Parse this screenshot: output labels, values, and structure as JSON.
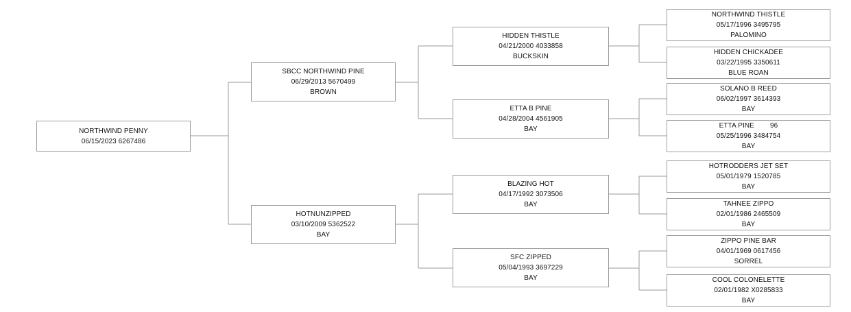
{
  "subject": {
    "name": "NORTHWIND PENNY",
    "info": "06/15/2023 6267486"
  },
  "sire": {
    "name": "SBCC NORTHWIND PINE",
    "info": "06/29/2013 5670499",
    "color": "BROWN"
  },
  "dam": {
    "name": "HOTNUNZIPPED",
    "info": "03/10/2009 5362522",
    "color": "BAY"
  },
  "sire_sire": {
    "name": "HIDDEN THISTLE",
    "info": "04/21/2000 4033858",
    "color": "BUCKSKIN"
  },
  "sire_dam": {
    "name": "ETTA B PINE",
    "info": "04/28/2004 4561905",
    "color": "BAY"
  },
  "dam_sire": {
    "name": "BLAZING HOT",
    "info": "04/17/1992 3073506",
    "color": "BAY"
  },
  "dam_dam": {
    "name": "SFC ZIPPED",
    "info": "05/04/1993 3697229",
    "color": "BAY"
  },
  "ggp": [
    {
      "name": "NORTHWIND THISTLE",
      "info": "05/17/1996 3495795",
      "color": "PALOMINO"
    },
    {
      "name": "HIDDEN CHICKADEE",
      "info": "03/22/1995 3350611",
      "color": "BLUE ROAN"
    },
    {
      "name": "SOLANO B REED",
      "info": "06/02/1997 3614393",
      "color": "BAY"
    },
    {
      "name": "ETTA PINE        96",
      "info": "05/25/1996 3484754",
      "color": "BAY"
    },
    {
      "name": "HOTRODDERS JET SET",
      "info": "05/01/1979 1520785",
      "color": "BAY"
    },
    {
      "name": "TAHNEE ZIPPO",
      "info": "02/01/1986 2465509",
      "color": "BAY"
    },
    {
      "name": "ZIPPO PINE BAR",
      "info": "04/01/1969 0617456",
      "color": "SORREL"
    },
    {
      "name": "COOL COLONELETTE",
      "info": "02/01/1982 X0285833",
      "color": "BAY"
    }
  ]
}
